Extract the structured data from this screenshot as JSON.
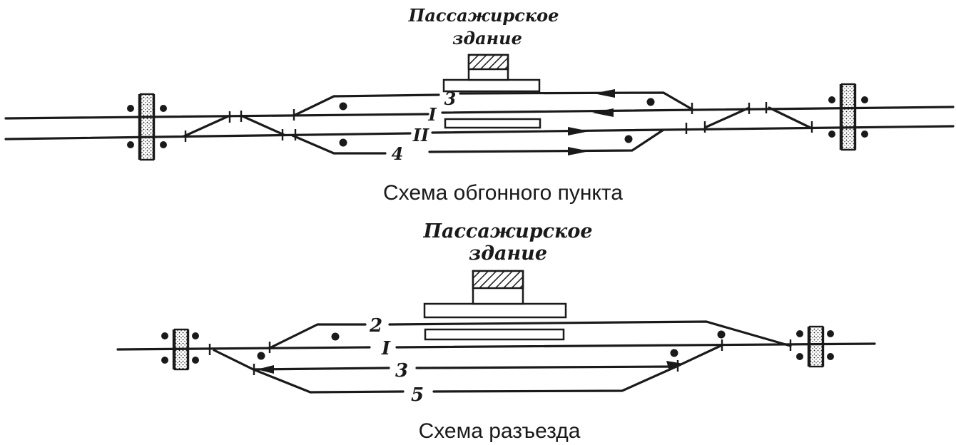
{
  "top_diagram": {
    "building_label_line1": "Пассажирское",
    "building_label_line2": "здание",
    "track_labels": {
      "t3": "3",
      "t1": "I",
      "t2": "II",
      "t4": "4"
    },
    "caption": "Схема обгонного пункта"
  },
  "bottom_diagram": {
    "building_label_line1": "Пассажирское",
    "building_label_line2": "здание",
    "track_labels": {
      "t2": "2",
      "t1": "I",
      "t3": "3",
      "t5": "5"
    },
    "caption": "Схема разъезда"
  }
}
